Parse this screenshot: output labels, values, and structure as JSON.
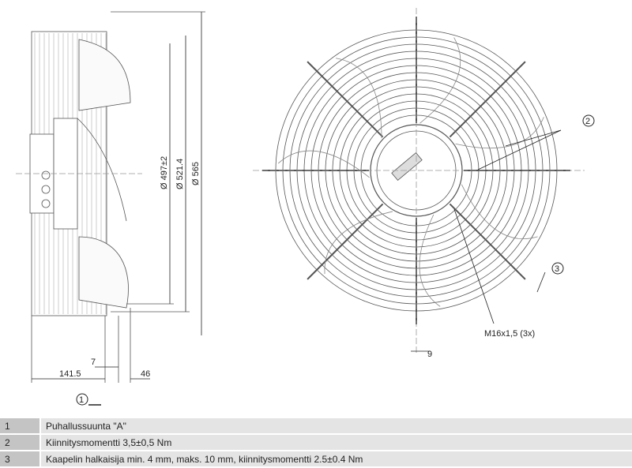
{
  "dimensions": {
    "d1": "Ø 497±2",
    "d2": "Ø 521.4",
    "d3": "Ø 565",
    "depth": "141.5",
    "offset": "7",
    "front": "46",
    "bracket": "9",
    "thread": "M16x1,5 (3x)"
  },
  "callouts": [
    "1",
    "2",
    "3"
  ],
  "legend": [
    {
      "num": "1",
      "text": "Puhallussuunta \"A\""
    },
    {
      "num": "2",
      "text": "Kiinnitysmomentti 3,5±0,5 Nm"
    },
    {
      "num": "3",
      "text": "Kaapelin halkaisija min. 4 mm, maks. 10 mm, kiinnitysmomentti 2.5±0.4 Nm"
    }
  ]
}
